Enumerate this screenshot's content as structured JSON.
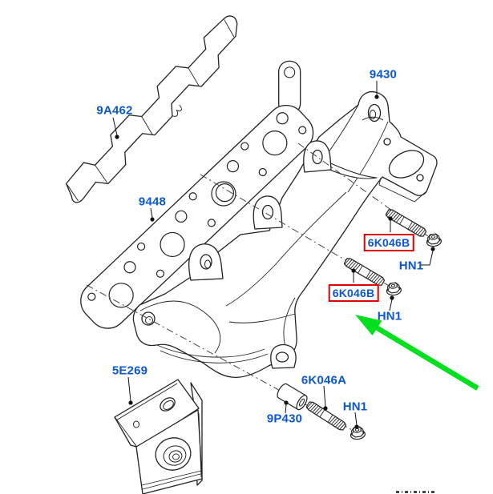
{
  "figure": {
    "type": "exploded-parts-diagram",
    "subject": "exhaust-manifold-assembly",
    "background": "#ffffff",
    "colors": {
      "label_text": "#0b57d0",
      "line_art": "#222222",
      "highlight_box": "#e10000",
      "pointer_arrow": "#00e01e"
    },
    "labels": [
      {
        "part": "heat-shield",
        "text": "9A462",
        "highlighted": false
      },
      {
        "part": "manifold-gasket",
        "text": "9448",
        "highlighted": false
      },
      {
        "part": "exhaust-manifold",
        "text": "9430",
        "highlighted": false
      },
      {
        "part": "manifold-stud-upper",
        "text": "6K046B",
        "highlighted": true
      },
      {
        "part": "flange-nut-upper",
        "text": "HN1",
        "highlighted": false
      },
      {
        "part": "manifold-stud-middle",
        "text": "6K046B",
        "highlighted": true
      },
      {
        "part": "flange-nut-middle",
        "text": "HN1",
        "highlighted": false
      },
      {
        "part": "support-bracket",
        "text": "5E269",
        "highlighted": false
      },
      {
        "part": "bracket-stud",
        "text": "6K046A",
        "highlighted": false
      },
      {
        "part": "spacer-sleeve",
        "text": "9P430",
        "highlighted": false
      },
      {
        "part": "flange-nut-lower",
        "text": "HN1",
        "highlighted": false
      }
    ]
  }
}
